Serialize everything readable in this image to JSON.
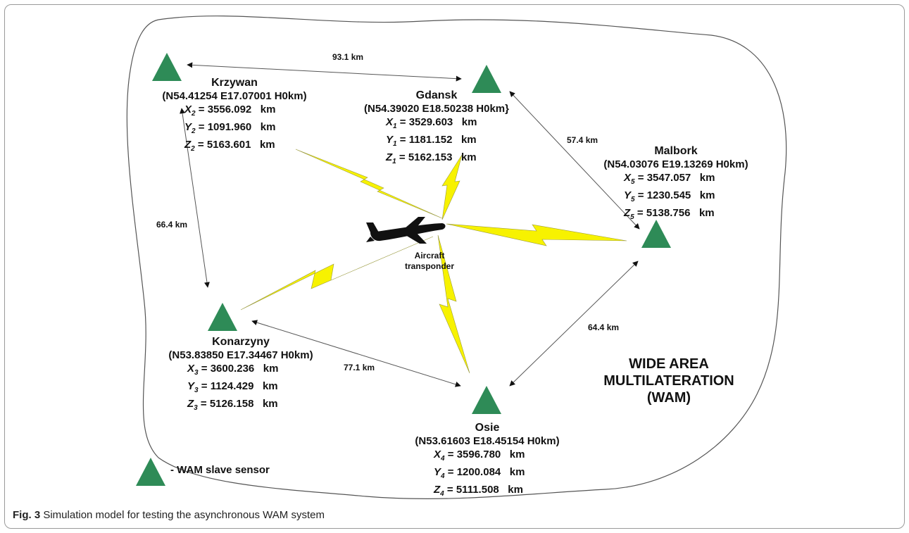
{
  "figure": {
    "caption_label": "Fig. 3",
    "caption_text": "Simulation model for testing the asynchronous WAM system"
  },
  "colors": {
    "sensor": "#2e8b57",
    "link": "#555555",
    "signal": "#f7f200",
    "aircraft": "#111111"
  },
  "stations": {
    "krzywan": {
      "name": "Krzywan",
      "coords": "(N54.41254 E17.07001 H0km)",
      "idx": "2",
      "x": "3556.092",
      "y": "1091.960",
      "z": "5163.601",
      "unit": "km"
    },
    "gdansk": {
      "name": "Gdansk",
      "coords": "(N54.39020 E18.50238 H0km}",
      "idx": "1",
      "x": "3529.603",
      "y": "1181.152",
      "z": "5162.153",
      "unit": "km"
    },
    "malbork": {
      "name": "Malbork",
      "coords": "(N54.03076 E19.13269 H0km)",
      "idx": "5",
      "x": "3547.057",
      "y": "1230.545",
      "z": "5138.756",
      "unit": "km"
    },
    "konarzyny": {
      "name": "Konarzyny",
      "coords": "(N53.83850 E17.34467 H0km)",
      "idx": "3",
      "x": "3600.236",
      "y": "1124.429",
      "z": "5126.158",
      "unit": "km"
    },
    "osie": {
      "name": "Osie",
      "coords": "(N53.61603 E18.45154 H0km)",
      "idx": "4",
      "x": "3596.780",
      "y": "1200.084",
      "z": "5111.508",
      "unit": "km"
    }
  },
  "distances": {
    "krzywan_gdansk": "93.1 km",
    "gdansk_malbork": "57.4 km",
    "krzywan_konarzyny": "66.4 km",
    "konarzyny_osie": "77.1 km",
    "osie_malbork": "64.4 km"
  },
  "aircraft": {
    "line1": "Aircraft",
    "line2": "transponder"
  },
  "system_title": {
    "line1": "WIDE AREA",
    "line2": "MULTILATERATION",
    "line3": "(WAM)"
  },
  "legend": {
    "text": "- WAM slave sensor"
  }
}
